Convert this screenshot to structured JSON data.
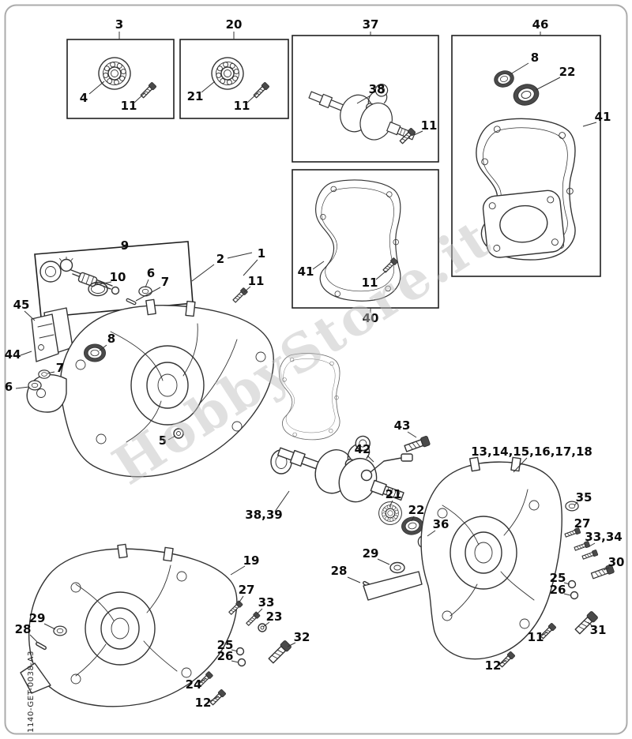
{
  "colors": {
    "line": "#333333",
    "watermark": "#c0c0c0",
    "label": "#0c0c0c"
  },
  "watermark": "HobbyStore.it",
  "doc_code": "1140-GET-0038-A3",
  "insets": {
    "bearing_3": {
      "title": "3",
      "bearing_label": "4",
      "screw_label": "11"
    },
    "bearing_20": {
      "title": "20",
      "bearing_label": "21",
      "screw_label": "11"
    },
    "crankshaft_37": {
      "title": "37",
      "crank_label": "38",
      "screw_label": "11"
    },
    "seals_46": {
      "title": "46",
      "seal_small": "8",
      "seal_large": "22",
      "gasket": "41"
    },
    "gasket_40": {
      "title": "40",
      "gasket": "41",
      "screw": "11"
    }
  },
  "upper": {
    "box_label": "9",
    "oil_pump": "10",
    "washer_top": "6",
    "pin_top": "7",
    "group_2": "2",
    "group_1": "1",
    "screw": "11",
    "tensioner": "45",
    "cover": "44",
    "seal": "8",
    "pin_low": "7",
    "washer_low": "6",
    "plug": "5"
  },
  "center": {
    "stud": "43",
    "tool": "42",
    "crankshaft": "38,39",
    "bearing": "21",
    "seal": "22",
    "snap_ring": "36",
    "washer": "29",
    "pin": "28"
  },
  "right": {
    "case": "13,14,15,16,17,18",
    "plug_35": "35",
    "screw_27": "27",
    "screws_33_34": "33,34",
    "stud_30": "30",
    "part_25": "25",
    "part_26": "26",
    "stud_31": "31",
    "screw_11": "11",
    "screw_12": "12"
  },
  "left": {
    "case": "19",
    "washer_29": "29",
    "pin_28": "28",
    "screw_27": "27",
    "screw_33": "33",
    "cap_23": "23",
    "stud_32": "32",
    "part_25": "25",
    "part_26": "26",
    "screw_24": "24",
    "screw_12": "12"
  }
}
